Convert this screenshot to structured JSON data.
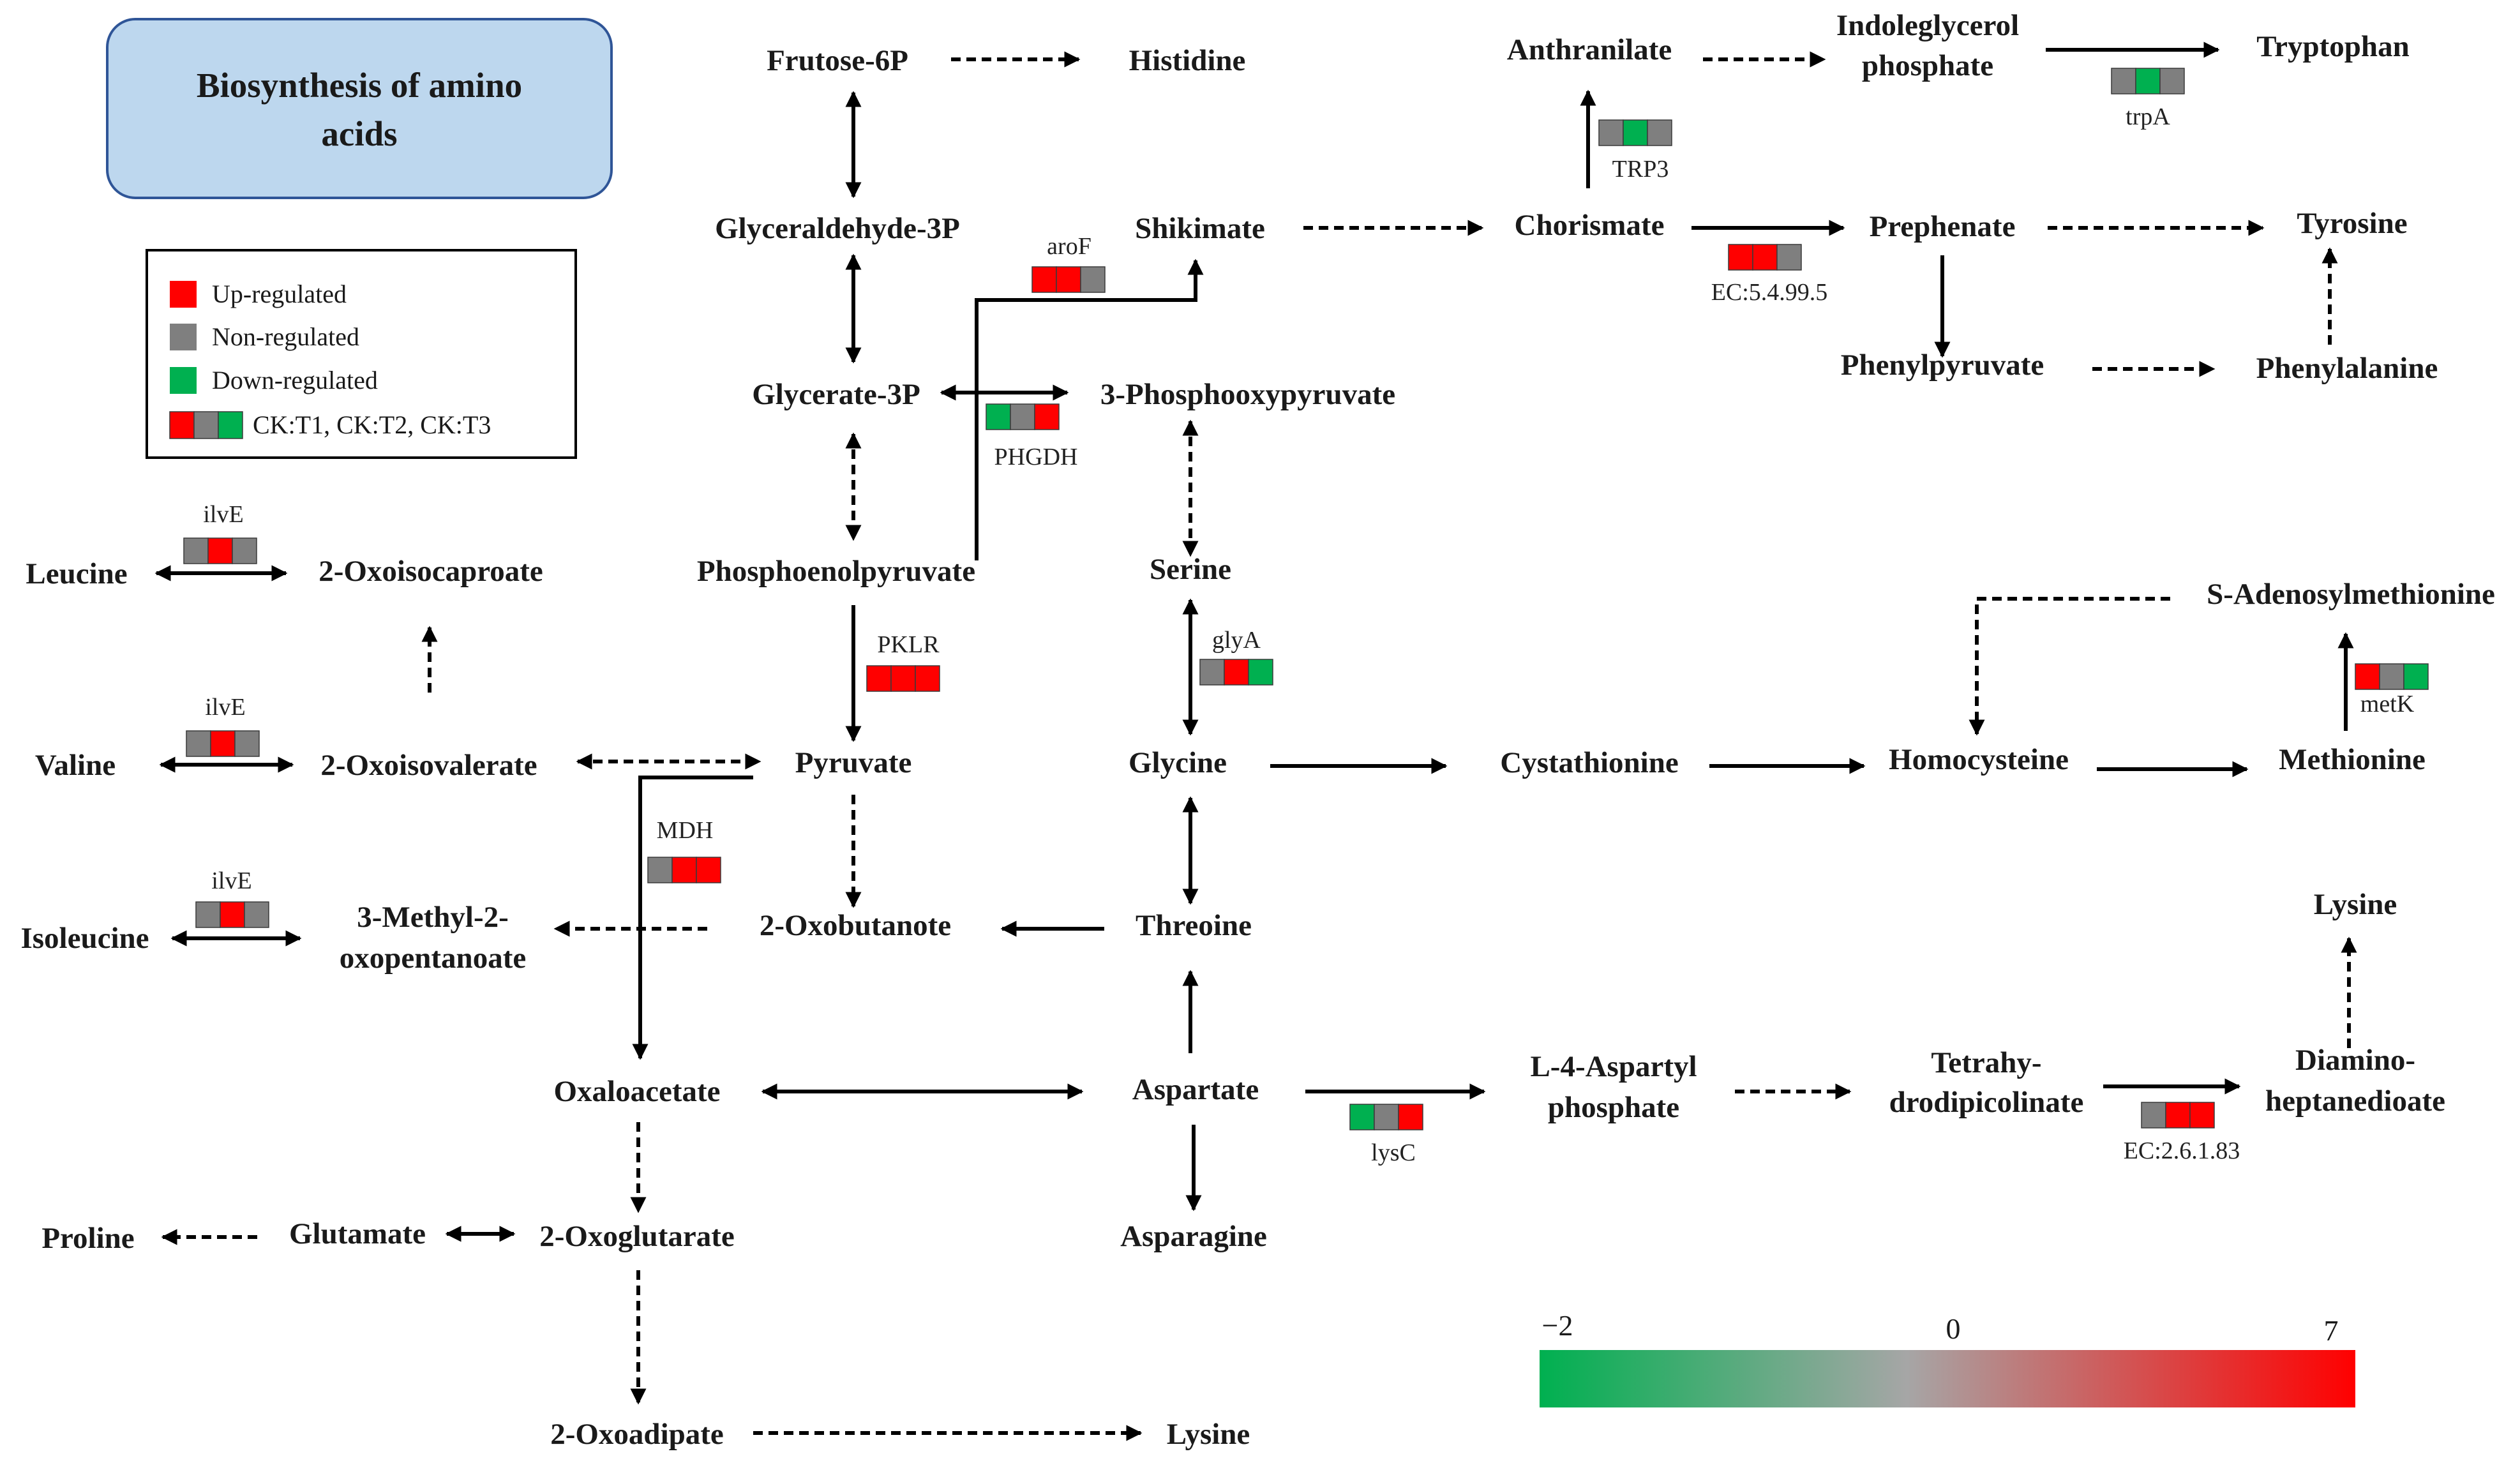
{
  "title": [
    "Biosynthesis of amino",
    "acids"
  ],
  "colors": {
    "up": "#ff0000",
    "non": "#7f7f7f",
    "down": "#00b050",
    "title_box": "#bdd7ee"
  },
  "legend": {
    "up": "Up-regulated",
    "non": "Non-regulated",
    "down": "Down-regulated",
    "sample": "CK:T1, CK:T2, CK:T3"
  },
  "scale": {
    "min": "−2",
    "mid": "0",
    "max": "7"
  },
  "metabolites": {
    "frutose6p": "Frutose-6P",
    "histidine": "Histidine",
    "glyceraldehyde3p": "Glyceraldehyde-3P",
    "shikimate": "Shikimate",
    "glycerate3p": "Glycerate-3P",
    "phosphooxypyruvate": "3-Phosphooxypyruvate",
    "pep": "Phosphoenolpyruvate",
    "serine": "Serine",
    "pyruvate": "Pyruvate",
    "glycine": "Glycine",
    "oxobutanote": "2-Oxobutanote",
    "threoine": "Threoine",
    "oxaloacetate": "Oxaloacetate",
    "aspartate": "Aspartate",
    "asparagine": "Asparagine",
    "oxoglutarate": "2-Oxoglutarate",
    "glutamate": "Glutamate",
    "proline": "Proline",
    "oxoadipate": "2-Oxoadipate",
    "lysine_bottom": "Lysine",
    "leucine": "Leucine",
    "oxoisocaproate": "2-Oxoisocaproate",
    "valine": "Valine",
    "oxoisovalerate": "2-Oxoisovalerate",
    "isoleucine": "Isoleucine",
    "methyloxopentanoate": [
      "3-Methyl-2-",
      "oxopentanoate"
    ],
    "anthranilate": "Anthranilate",
    "indoleglycerol": [
      "Indoleglycerol",
      "phosphate"
    ],
    "tryptophan": "Tryptophan",
    "chorismate": "Chorismate",
    "prephenate": "Prephenate",
    "tyrosine": "Tyrosine",
    "phenylpyruvate": "Phenylpyruvate",
    "phenylalanine": "Phenylalanine",
    "sam": "S-Adenosylmethionine",
    "cystathionine": "Cystathionine",
    "homocysteine": "Homocysteine",
    "methionine": "Methionine",
    "lysine_right": "Lysine",
    "aspartylphosphate": [
      "L-4-Aspartyl",
      "phosphate"
    ],
    "tetrahydrodipicolinate": [
      "Tetrahy-",
      "drodipicolinate"
    ],
    "diaminoheptanedioate": [
      "Diamino-",
      "heptanedioate"
    ]
  },
  "enzymes": {
    "aroF": {
      "label": "aroF",
      "cells": [
        "up",
        "up",
        "non"
      ]
    },
    "PHGDH": {
      "label": "PHGDH",
      "cells": [
        "down",
        "non",
        "up"
      ]
    },
    "PKLR": {
      "label": "PKLR",
      "cells": [
        "up",
        "up",
        "up"
      ]
    },
    "glyA": {
      "label": "glyA",
      "cells": [
        "non",
        "up",
        "down"
      ]
    },
    "MDH": {
      "label": "MDH",
      "cells": [
        "non",
        "up",
        "up"
      ]
    },
    "ilvE_leu": {
      "label": "ilvE",
      "cells": [
        "non",
        "up",
        "non"
      ]
    },
    "ilvE_val": {
      "label": "ilvE",
      "cells": [
        "non",
        "up",
        "non"
      ]
    },
    "ilvE_ile": {
      "label": "ilvE",
      "cells": [
        "non",
        "up",
        "non"
      ]
    },
    "TRP3": {
      "label": "TRP3",
      "cells": [
        "non",
        "down",
        "non"
      ]
    },
    "trpA": {
      "label": "trpA",
      "cells": [
        "non",
        "down",
        "non"
      ]
    },
    "EC549": {
      "label": "EC:5.4.99.5",
      "cells": [
        "up",
        "up",
        "non"
      ]
    },
    "metK": {
      "label": "metK",
      "cells": [
        "up",
        "non",
        "down"
      ]
    },
    "lysC": {
      "label": "lysC",
      "cells": [
        "down",
        "non",
        "up"
      ]
    },
    "EC2618": {
      "label": "EC:2.6.1.83",
      "cells": [
        "non",
        "up",
        "up"
      ]
    }
  }
}
